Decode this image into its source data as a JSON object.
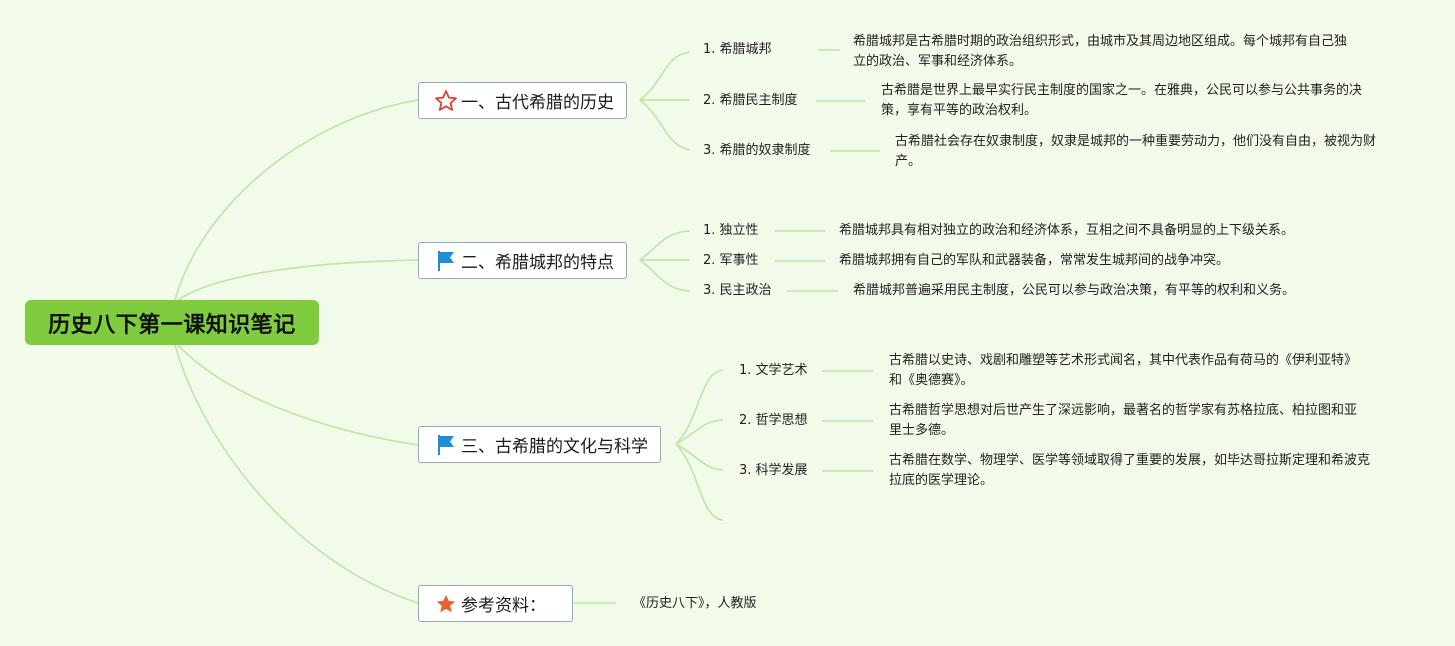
{
  "root": {
    "title": "历史八下第一课知识笔记"
  },
  "topics": [
    {
      "title": "一、古代希腊的历史",
      "icon": "star-outline-icon",
      "items": [
        {
          "label": "1. 希腊城邦",
          "desc": "希腊城邦是古希腊时期的政治组织形式，由城市及其周边地区组成。每个城邦有自己独立的政治、军事和经济体系。"
        },
        {
          "label": "2. 希腊民主制度",
          "desc": "古希腊是世界上最早实行民主制度的国家之一。在雅典，公民可以参与公共事务的决策，享有平等的政治权利。"
        },
        {
          "label": "3. 希腊的奴隶制度",
          "desc": "古希腊社会存在奴隶制度，奴隶是城邦的一种重要劳动力，他们没有自由，被视为财产。"
        }
      ]
    },
    {
      "title": "二、希腊城邦的特点",
      "icon": "blue-flag-icon",
      "items": [
        {
          "label": "1. 独立性",
          "desc": "希腊城邦具有相对独立的政治和经济体系，互相之间不具备明显的上下级关系。"
        },
        {
          "label": "2. 军事性",
          "desc": "希腊城邦拥有自己的军队和武器装备，常常发生城邦间的战争冲突。"
        },
        {
          "label": "3. 民主政治",
          "desc": "希腊城邦普遍采用民主制度，公民可以参与政治决策，有平等的权利和义务。"
        }
      ]
    },
    {
      "title": "三、古希腊的文化与科学",
      "icon": "blue-flag-icon",
      "items": [
        {
          "label": "1. 文学艺术",
          "desc": "古希腊以史诗、戏剧和雕塑等艺术形式闻名，其中代表作品有荷马的《伊利亚特》和《奥德赛》。"
        },
        {
          "label": "2. 哲学思想",
          "desc": "古希腊哲学思想对后世产生了深远影响，最著名的哲学家有苏格拉底、柏拉图和亚里士多德。"
        },
        {
          "label": "3. 科学发展",
          "desc": "古希腊在数学、物理学、医学等领域取得了重要的发展，如毕达哥拉斯定理和希波克拉底的医学理论。"
        }
      ]
    },
    {
      "title": "参考资料：",
      "icon": "filled-star-icon",
      "items": [
        {
          "label": "",
          "desc": "《历史八下》，人教版"
        }
      ]
    }
  ],
  "colors": {
    "background": "#f2faea",
    "root_fill": "#7fcd3e",
    "line": "#bde5a4",
    "topic_border": "#8faab8",
    "star_outline": "#e0413b",
    "flag": "#1c8fd6",
    "star_filled": "#e8602c"
  }
}
